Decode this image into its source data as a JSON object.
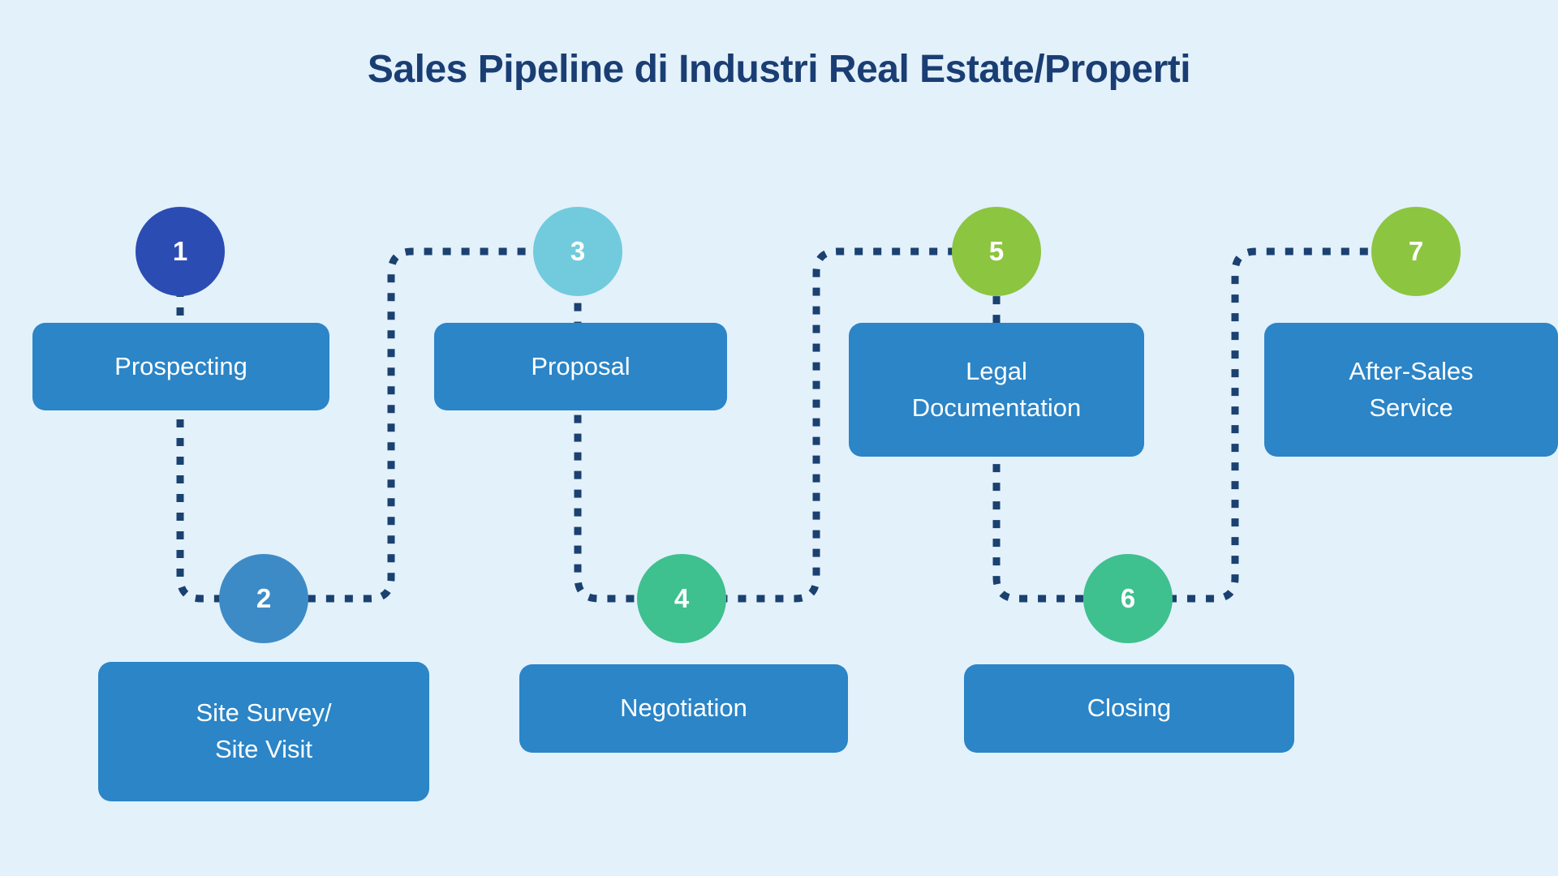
{
  "title": "Sales Pipeline di Industri Real Estate/Properti",
  "colors": {
    "background": "#E3F1FB",
    "title": "#1A3E73",
    "box": "#2B85C7",
    "box_text": "#FFFFFF",
    "line": "#1A416F"
  },
  "steps": [
    {
      "number": "1",
      "label": "Prospecting",
      "circle_color": "#2B4DB3"
    },
    {
      "number": "2",
      "label": "Site Survey/\nSite Visit",
      "circle_color": "#3D8BC6"
    },
    {
      "number": "3",
      "label": "Proposal",
      "circle_color": "#71CBDD"
    },
    {
      "number": "4",
      "label": "Negotiation",
      "circle_color": "#3FC08F"
    },
    {
      "number": "5",
      "label": "Legal\nDocumentation",
      "circle_color": "#8CC540"
    },
    {
      "number": "6",
      "label": "Closing",
      "circle_color": "#3FC08F"
    },
    {
      "number": "7",
      "label": "After-Sales\nService",
      "circle_color": "#8CC540"
    }
  ]
}
